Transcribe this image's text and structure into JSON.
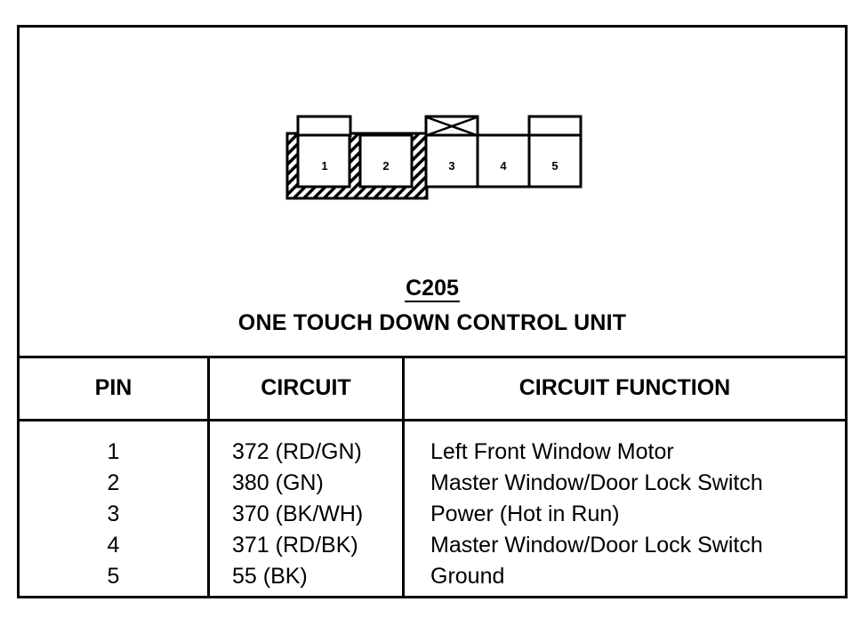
{
  "connector": {
    "id": "C205",
    "title": "ONE TOUCH DOWN CONTROL UNIT",
    "cavities": [
      "1",
      "2",
      "3",
      "4",
      "5"
    ]
  },
  "table": {
    "headers": {
      "pin": "PIN",
      "circuit": "CIRCUIT",
      "function": "CIRCUIT FUNCTION"
    },
    "rows": [
      {
        "pin": "1",
        "circuit": "372 (RD/GN)",
        "function": "Left Front Window Motor"
      },
      {
        "pin": "2",
        "circuit": "380 (GN)",
        "function": "Master Window/Door Lock Switch"
      },
      {
        "pin": "3",
        "circuit": "370 (BK/WH)",
        "function": "Power (Hot in Run)"
      },
      {
        "pin": "4",
        "circuit": "371 (RD/BK)",
        "function": "Master Window/Door Lock Switch"
      },
      {
        "pin": "5",
        "circuit": "55 (BK)",
        "function": "Ground"
      }
    ]
  }
}
